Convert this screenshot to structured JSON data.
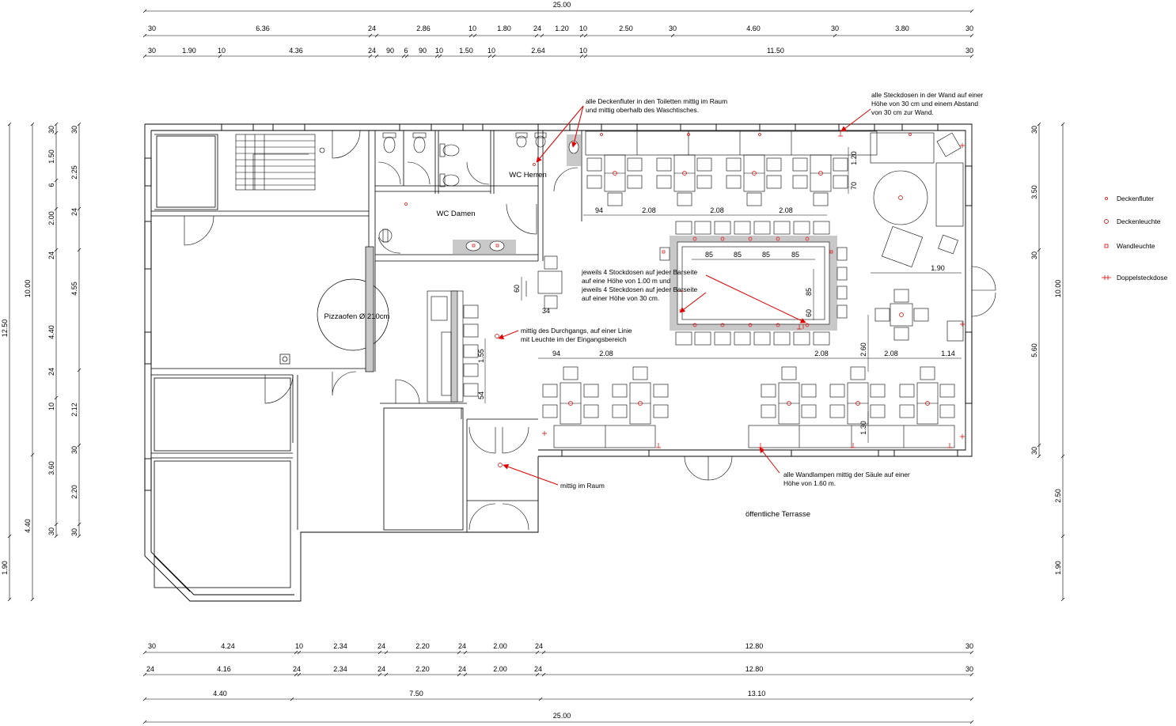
{
  "dimensions": {
    "top_total": "25.00",
    "top_row1": [
      "30",
      "6.36",
      "24",
      "2.86",
      "10",
      "1.80",
      "24",
      "1.20",
      "10",
      "2.50",
      "30",
      "4.60",
      "30",
      "3.80",
      "30"
    ],
    "top_row2": [
      "30",
      "1.90",
      "10",
      "4.36",
      "24",
      "90",
      "6",
      "90",
      "10",
      "1.50",
      "10",
      "2.64",
      "10",
      "11.50",
      "30"
    ],
    "bottom_row1": [
      "30",
      "4.24",
      "10",
      "2.34",
      "24",
      "2.20",
      "24",
      "2.00",
      "24",
      "12.80",
      "30"
    ],
    "bottom_row2": [
      "24",
      "4.16",
      "24",
      "2.34",
      "24",
      "2.20",
      "24",
      "2.00",
      "24",
      "12.80",
      "30"
    ],
    "bottom_row3": [
      "4.40",
      "7.50",
      "13.10"
    ],
    "bottom_total": "25.00",
    "left_outer": [
      "12.50",
      "1.90"
    ],
    "left_mid": [
      "10.00",
      "4.40"
    ],
    "left_a": [
      "30",
      "1.50",
      "6",
      "2.00",
      "24",
      "4.40",
      "24",
      "10",
      "3.60",
      "30"
    ],
    "left_b": [
      "30",
      "2.25",
      "24",
      "4.55",
      "2.12",
      "30",
      "2.20",
      "30"
    ],
    "right_a": [
      "30",
      "3.50",
      "30",
      "5.60",
      "30"
    ],
    "right_b": [
      "10.00",
      "2.50",
      "1.90"
    ]
  },
  "rooms": {
    "wc_herren": "WC Herren",
    "wc_damen": "WC Damen",
    "pizzaofen": "Pizzaofen Ø 210cm",
    "terrasse": "öffentliche Terrasse"
  },
  "inner_dims": {
    "top_tables": [
      "94",
      "2.08",
      "2.08",
      "2.08"
    ],
    "top_right": [
      "1.20",
      "70"
    ],
    "bar_top": [
      "85",
      "85",
      "85",
      "85"
    ],
    "bar_side": [
      "85",
      "60"
    ],
    "right_area": [
      "1.90"
    ],
    "bottom_tables": [
      "94",
      "2.08",
      "2.08",
      "2.60",
      "2.08",
      "1.14",
      "1.30"
    ],
    "passage": [
      "60",
      "34",
      "1.55",
      "54"
    ]
  },
  "annotations": {
    "deckenfluter": [
      "alle Deckenfluter in den Toiletten mittig im Raum",
      "und mittig oberhalb des Waschtisches."
    ],
    "steckdosen": [
      "alle Steckdosen in der Wand auf einer",
      "Höhe von 30 cm und einem Abstand",
      "von 30 cm zur Wand."
    ],
    "bar": [
      "jeweils 4 Stockdosen auf jeder Barseite",
      "auf eine Höhe von 1.00 m und",
      "jeweils 4 Steckdosen auf jeder Barseite",
      "auf einer Höhe von 30 cm."
    ],
    "durchgang": [
      "mittig des Durchgangs, auf einer Linie",
      "mit Leuchte im der Eingangsbereich"
    ],
    "raum": [
      "mittig im Raum"
    ],
    "wandlampen": [
      "alle Wandlampen mittig der Säule auf einer",
      "Höhe von 1.60 m."
    ]
  },
  "legend": [
    {
      "label": "Deckenfluter",
      "icon": "ceiling-floodlight-symbol"
    },
    {
      "label": "Deckenleuchte",
      "icon": "ceiling-light-symbol"
    },
    {
      "label": "Wandleuchte",
      "icon": "wall-light-symbol"
    },
    {
      "label": "Doppelsteckdose",
      "icon": "double-socket-symbol"
    }
  ],
  "colors": {
    "line": "#000000",
    "annotation": "#e00000",
    "fill_grey": "#c8c8c8"
  }
}
